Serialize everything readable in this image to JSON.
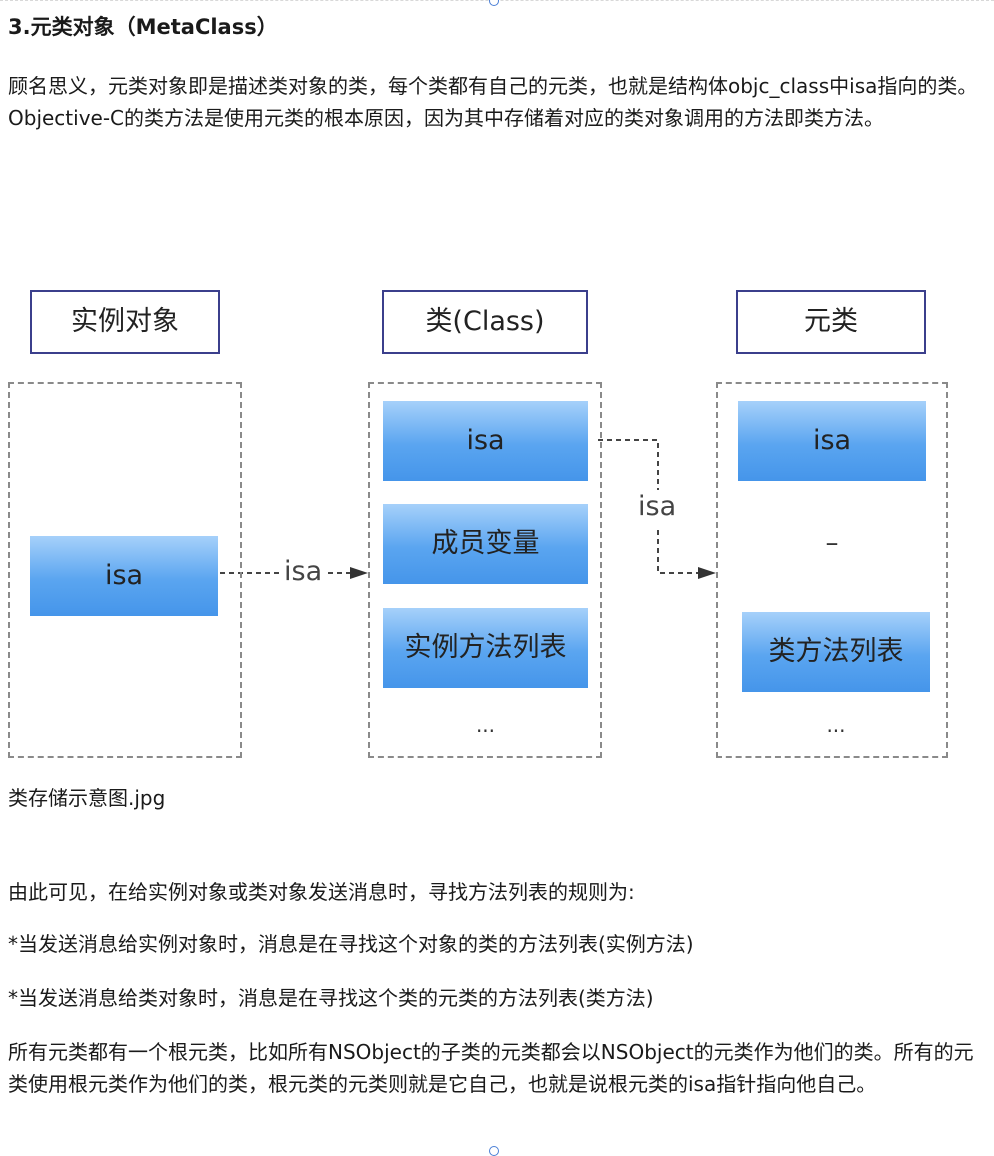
{
  "heading": "3.元类对象（MetaClass）",
  "paragraph_intro": "顾名思义，元类对象即是描述类对象的类，每个类都有自己的元类，也就是结构体objc_class中isa指向的类。Objective-C的类方法是使用元类的根本原因，因为其中存储着对应的类对象调用的方法即类方法。",
  "diagram": {
    "instance": {
      "title": "实例对象",
      "isa": "isa"
    },
    "class": {
      "title": "类(Class)",
      "isa": "isa",
      "ivars": "成员变量",
      "instance_methods": "实例方法列表",
      "ellipsis": "..."
    },
    "metaclass": {
      "title": "元类",
      "isa": "isa",
      "dash": "–",
      "class_methods": "类方法列表",
      "ellipsis": "..."
    },
    "arrow_label_1": "isa",
    "arrow_label_2": "isa"
  },
  "caption": "类存储示意图.jpg",
  "paragraph_rules": "由此可见，在给实例对象或类对象发送消息时，寻找方法列表的规则为:",
  "bullet_instance": "*当发送消息给实例对象时，消息是在寻找这个对象的类的方法列表(实例方法)",
  "bullet_class": "*当发送消息给类对象时，消息是在寻找这个类的元类的方法列表(类方法)",
  "paragraph_root": "所有元类都有一个根元类，比如所有NSObject的子类的元类都会以NSObject的元类作为他们的类。所有的元类使用根元类作为他们的类，根元类的元类则就是它自己，也就是说根元类的isa指针指向他自己。"
}
